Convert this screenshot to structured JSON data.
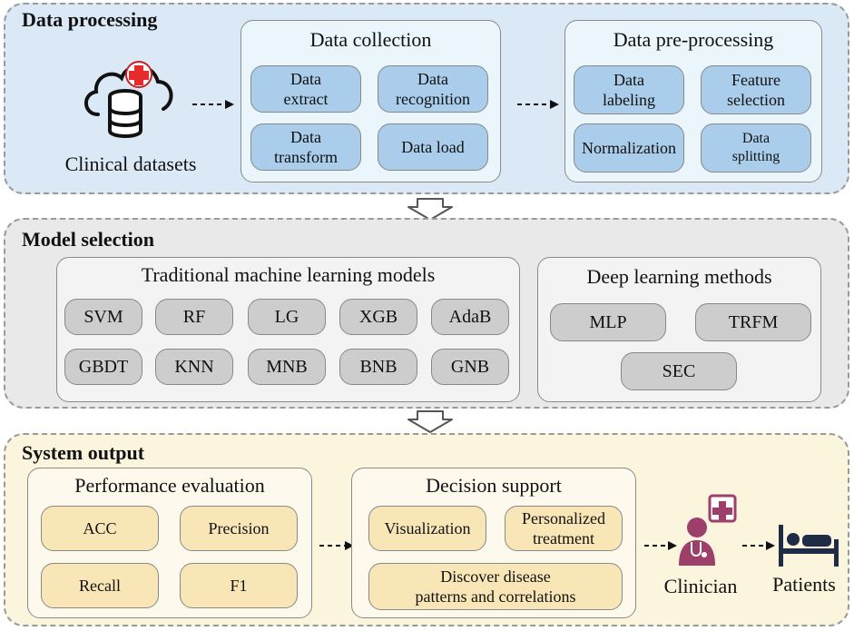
{
  "sections": {
    "data_processing": {
      "title": "Data processing",
      "source_label": "Clinical datasets",
      "collection": {
        "title": "Data collection",
        "items": [
          "Data\nextract",
          "Data\nrecognition",
          "Data\ntransform",
          "Data load"
        ]
      },
      "preprocessing": {
        "title": "Data pre-processing",
        "items": [
          "Data\nlabeling",
          "Feature\nselection",
          "Normalization",
          "Data\nsplitting"
        ]
      }
    },
    "model_selection": {
      "title": "Model selection",
      "traditional": {
        "title": "Traditional machine learning models",
        "items": [
          "SVM",
          "RF",
          "LG",
          "XGB",
          "AdaB",
          "GBDT",
          "KNN",
          "MNB",
          "BNB",
          "GNB"
        ]
      },
      "deep": {
        "title": "Deep learning methods",
        "items": [
          "MLP",
          "TRFM",
          "SEC"
        ]
      }
    },
    "system_output": {
      "title": "System output",
      "performance": {
        "title": "Performance evaluation",
        "items": [
          "ACC",
          "Precision",
          "Recall",
          "F1"
        ]
      },
      "decision": {
        "title": "Decision support",
        "items": [
          "Visualization",
          "Personalized\ntreatment",
          "Discover disease\npatterns and correlations"
        ]
      },
      "clinician_label": "Clinician",
      "patients_label": "Patients"
    }
  },
  "colors": {
    "data_processing_bg": "#dbe9f6",
    "model_selection_bg": "#e9e9e9",
    "system_output_bg": "#fbf5dd",
    "clinician_accent": "#9e3e6a",
    "patients_color": "#1e2d45"
  },
  "icons": [
    "cloud-database-icon",
    "clinician-icon",
    "hospital-bed-icon"
  ]
}
